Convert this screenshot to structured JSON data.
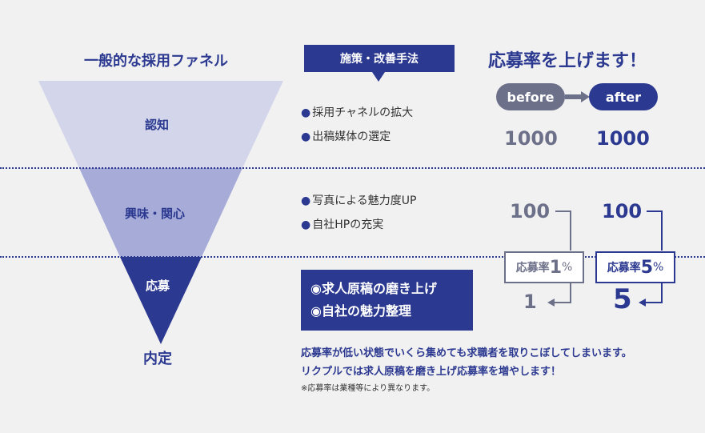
{
  "funnel": {
    "title": "一般的な採用ファネル",
    "stages": [
      "認知",
      "興味・関心",
      "応募"
    ],
    "end": "内定"
  },
  "measures": {
    "title": "施策・改善手法",
    "group1": [
      "採用チャネルの拡大",
      "出稿媒体の選定"
    ],
    "group2": [
      "写真による魅力度UP",
      "自社HPの充実"
    ],
    "group3": [
      "◉求人原稿の磨き上げ",
      "◉自社の魅力整理"
    ]
  },
  "compare": {
    "title": "応募率を上げます！",
    "before_label": "before",
    "after_label": "after",
    "before": {
      "awareness": "1000",
      "interest": "100",
      "rate_label": "応募率",
      "rate": "1",
      "percent": "%",
      "result": "1"
    },
    "after": {
      "awareness": "1000",
      "interest": "100",
      "rate_label": "応募率",
      "rate": "5",
      "percent": "%",
      "result": "5"
    }
  },
  "footer": {
    "line1": "応募率が低い状態でいくら集めても求職者を取りこぼしてしまいます。",
    "line2": "リクプルでは求人原稿を磨き上げ応募率を増やします！",
    "note": "※応募率は業種等により異なります。"
  },
  "colors": {
    "navy": "#2b3990",
    "gray": "#6d7089",
    "light": "#d3d5ea",
    "mid": "#a6abd8"
  }
}
